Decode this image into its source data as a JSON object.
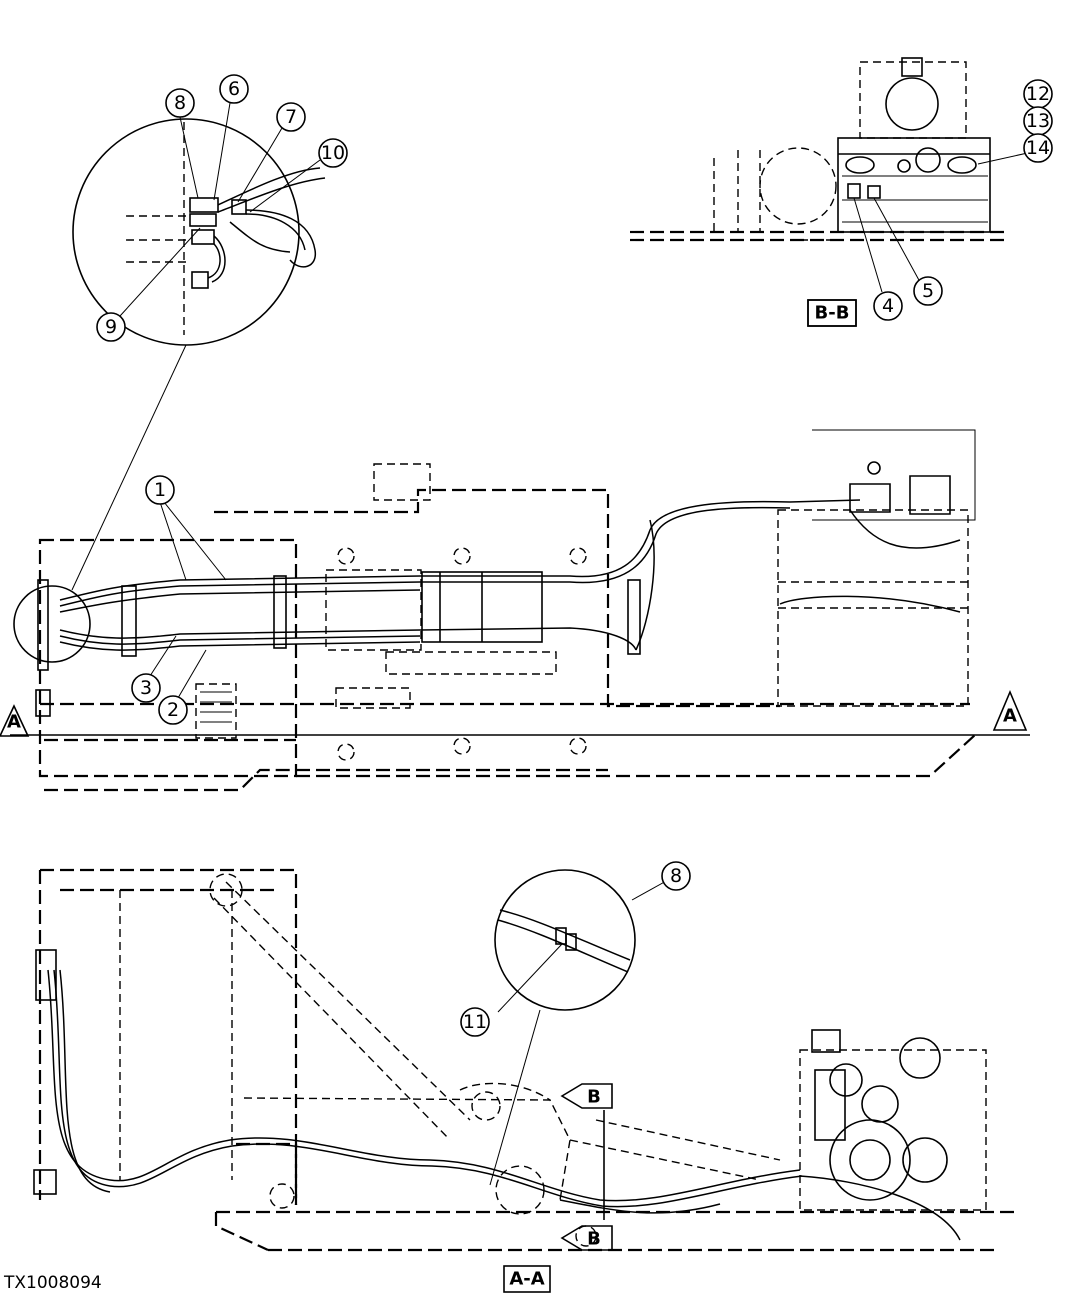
{
  "figure_id": "TX1008094",
  "callouts": {
    "c1": "1",
    "c2": "2",
    "c3": "3",
    "c4": "4",
    "c5": "5",
    "c6": "6",
    "c7": "7",
    "c8": "8",
    "c8b": "8",
    "c9": "9",
    "c10": "10",
    "c11": "11",
    "c12": "12",
    "c13": "13",
    "c14": "14"
  },
  "section_labels": {
    "aa": "A-A",
    "bb": "B-B",
    "arrow_a_left": "A",
    "arrow_a_right": "A",
    "arrow_b_top": "B",
    "arrow_b_bottom": "B"
  }
}
